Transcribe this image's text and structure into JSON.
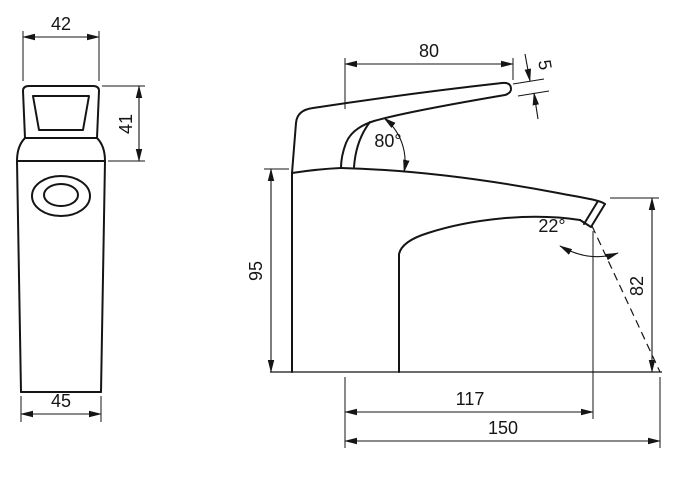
{
  "meta": {
    "description": "Two-view dimensioned technical drawing of a single-lever basin mixer tap"
  },
  "colors": {
    "line": "#151515",
    "background": "#ffffff"
  },
  "front_view": {
    "top_width": "42",
    "handle_height": "41",
    "base_width": "45"
  },
  "side_view": {
    "handle_length": "80",
    "handle_thickness": "5",
    "handle_angle": "80°",
    "body_height": "95",
    "spray_angle": "22°",
    "outlet_height": "82",
    "spout_reach": "117",
    "overall_reach": "150"
  }
}
